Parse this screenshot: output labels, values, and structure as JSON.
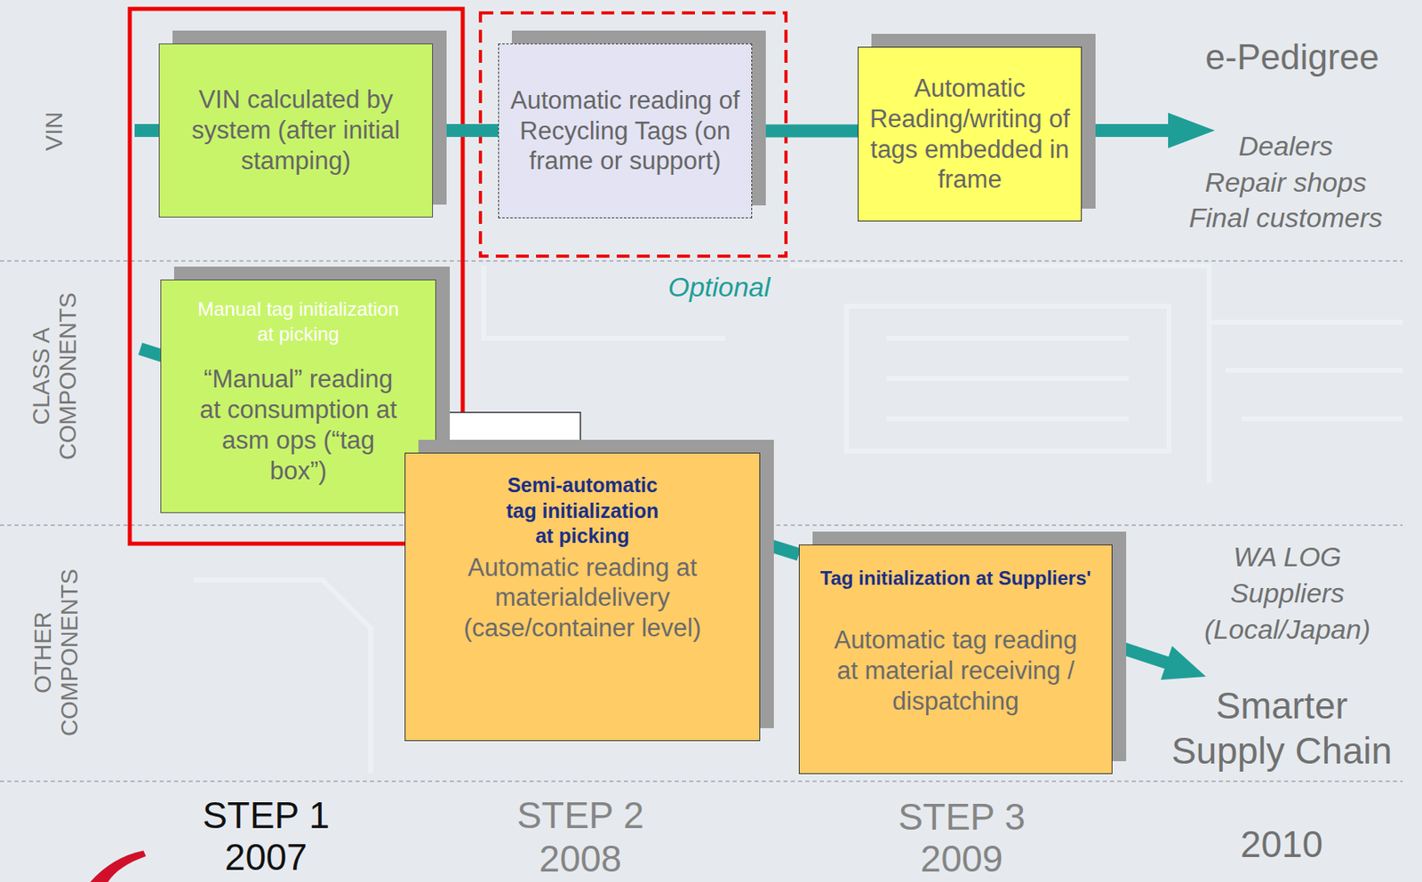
{
  "diagram": {
    "nodes": [
      {
        "text": [
          "VIN calculated by system (after initial stamping)"
        ]
      },
      {
        "text": [
          "Automatic reading of Recycling Tags (on frame or support)"
        ]
      },
      {
        "text": [
          "Automatic Reading/writing of tags embedded in frame"
        ]
      },
      {
        "text": [
          "Manual tag initialization at picking",
          "“Manual” reading at consumption at asm ops (“tag box”)"
        ]
      },
      {
        "text": [
          "Semi-automatic tag initialization at picking",
          "Automatic reading at materialdelivery (case/container level)"
        ]
      },
      {
        "text": [
          "Tag initialization at Suppliers'",
          "Automatic tag reading at material receiving / dispatching"
        ]
      }
    ],
    "edges": [
      {
        "from": 0,
        "to": 1,
        "arrow": "none"
      },
      {
        "from": 1,
        "to": 2,
        "arrow": "none"
      },
      {
        "from": 3,
        "to": 4,
        "arrow": "to"
      },
      {
        "from": 3,
        "to": 4,
        "arrow": "none"
      },
      {
        "from": 4,
        "to": 5,
        "arrow": "none"
      }
    ],
    "labels": [
      "VIN",
      "CLASS A COMPONENTS",
      "OTHER COMPONENTS",
      "e-Pedigree",
      "Dealers",
      "Repair shops",
      "Final customers",
      "Optional",
      "WA LOG",
      "Suppliers",
      "(Local/Japan)",
      "Smarter Supply Chain",
      "STEP 1",
      "2007",
      "STEP 2",
      "2008",
      "STEP 3",
      "2009",
      "2010"
    ]
  }
}
